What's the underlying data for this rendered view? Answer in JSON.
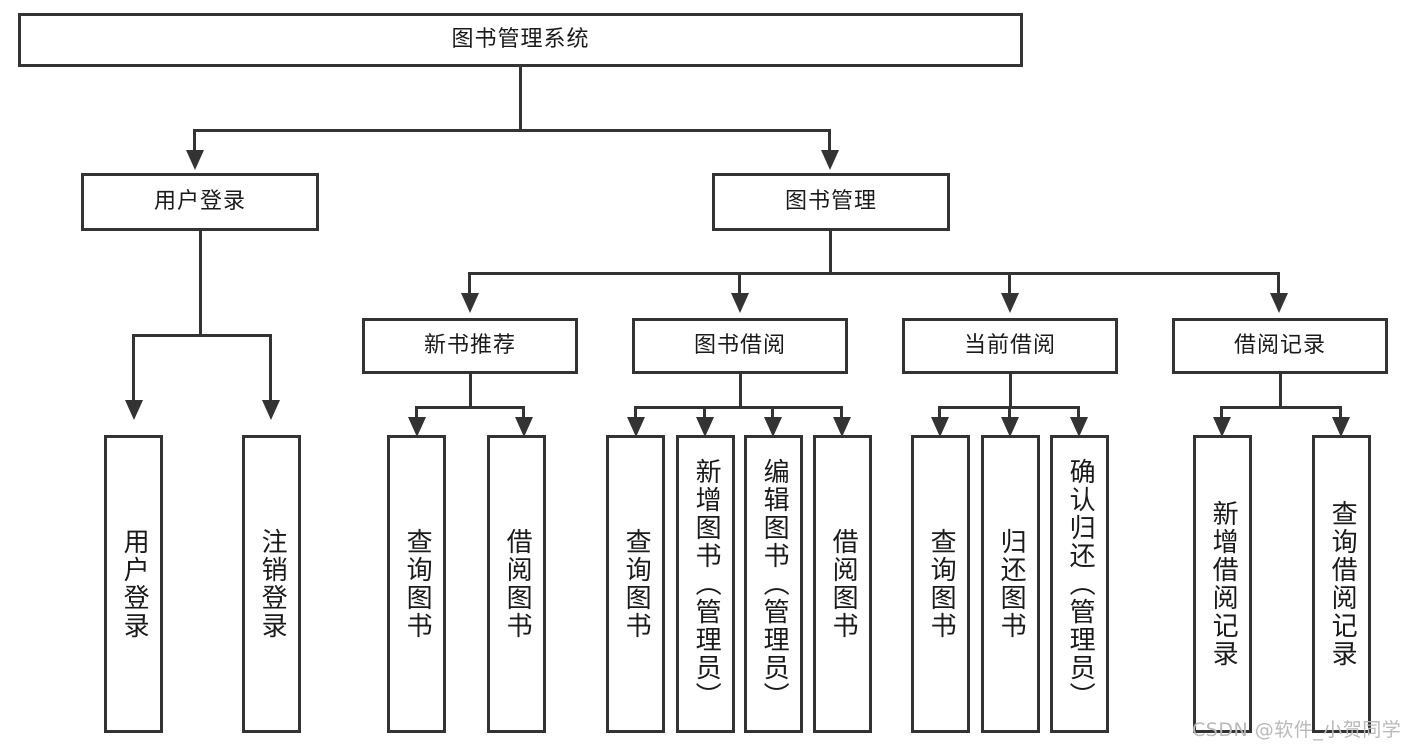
{
  "diagram": {
    "title": "图书管理系统",
    "type": "hierarchy-tree",
    "root": {
      "label": "图书管理系统"
    },
    "level2": [
      {
        "label": "用户登录"
      },
      {
        "label": "图书管理"
      }
    ],
    "level3": [
      {
        "label": "新书推荐"
      },
      {
        "label": "图书借阅"
      },
      {
        "label": "当前借阅"
      },
      {
        "label": "借阅记录"
      }
    ],
    "leaves": {
      "user_login": [
        {
          "label": "用户登录"
        },
        {
          "label": "注销登录"
        }
      ],
      "new_book_recommend": [
        {
          "label": "查询图书"
        },
        {
          "label": "借阅图书"
        }
      ],
      "book_borrow": [
        {
          "label": "查询图书"
        },
        {
          "label": "新增图书（管理员）"
        },
        {
          "label": "编辑图书（管理员）"
        },
        {
          "label": "借阅图书"
        }
      ],
      "current_borrow": [
        {
          "label": "查询图书"
        },
        {
          "label": "归还图书"
        },
        {
          "label": "确认归还（管理员）"
        }
      ],
      "borrow_record": [
        {
          "label": "新增借阅记录"
        },
        {
          "label": "查询借阅记录"
        }
      ]
    }
  },
  "watermark": {
    "text": "CSDN @软件_小贺同学"
  },
  "colors": {
    "border": "#333333",
    "fill": "#ffffff",
    "text": "#1a1a1a",
    "watermark": "#b9b9b9"
  }
}
